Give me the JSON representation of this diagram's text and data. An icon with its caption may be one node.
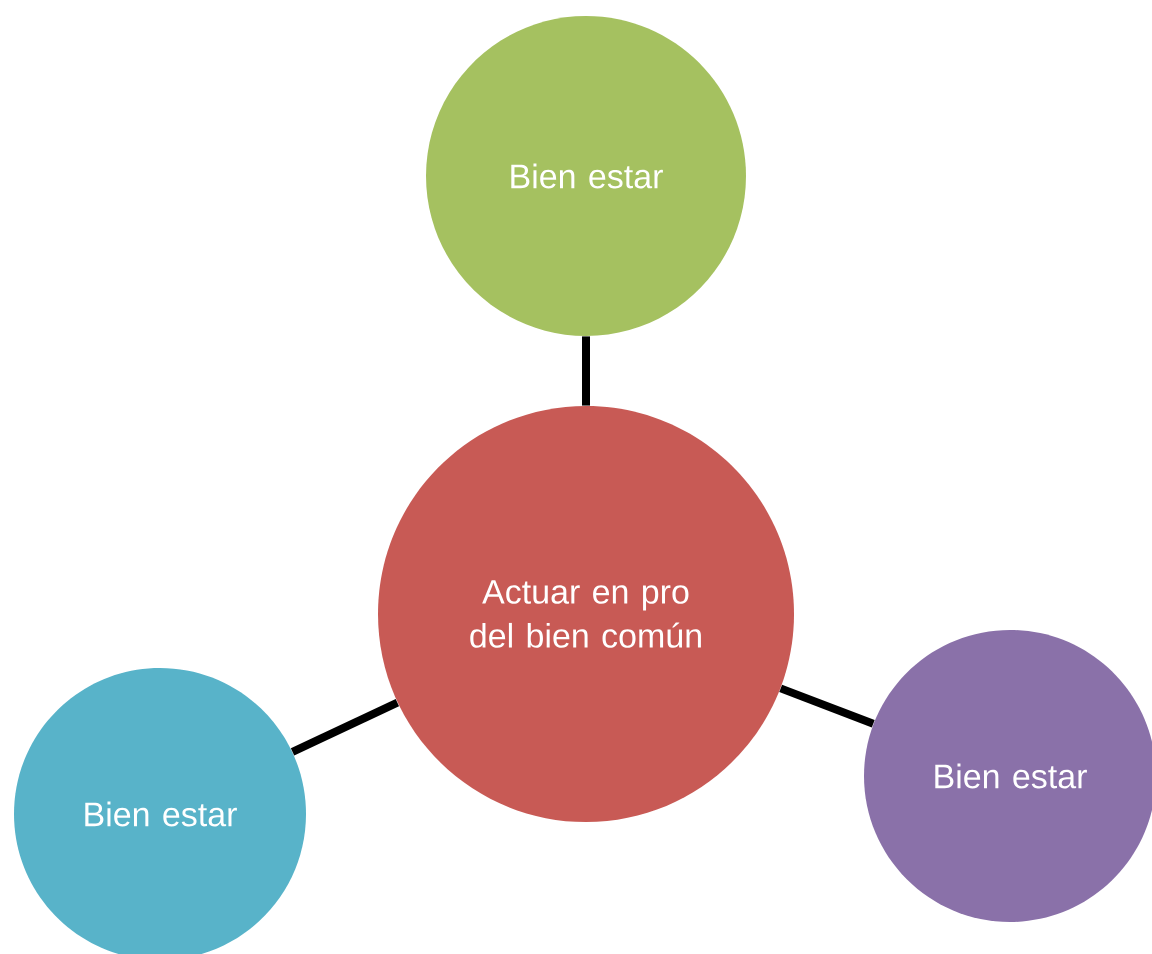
{
  "diagram": {
    "nodes": [
      {
        "text": [
          "Bien estar"
        ]
      },
      {
        "text": [
          "Actuar en pro del bien común"
        ]
      },
      {
        "text": [
          "Bien estar"
        ]
      },
      {
        "text": [
          "Bien estar"
        ]
      }
    ],
    "edges": [
      {
        "from": 1,
        "to": 0,
        "arrow": "none"
      },
      {
        "from": 1,
        "to": 2,
        "arrow": "none"
      },
      {
        "from": 1,
        "to": 3,
        "arrow": "none"
      }
    ]
  }
}
